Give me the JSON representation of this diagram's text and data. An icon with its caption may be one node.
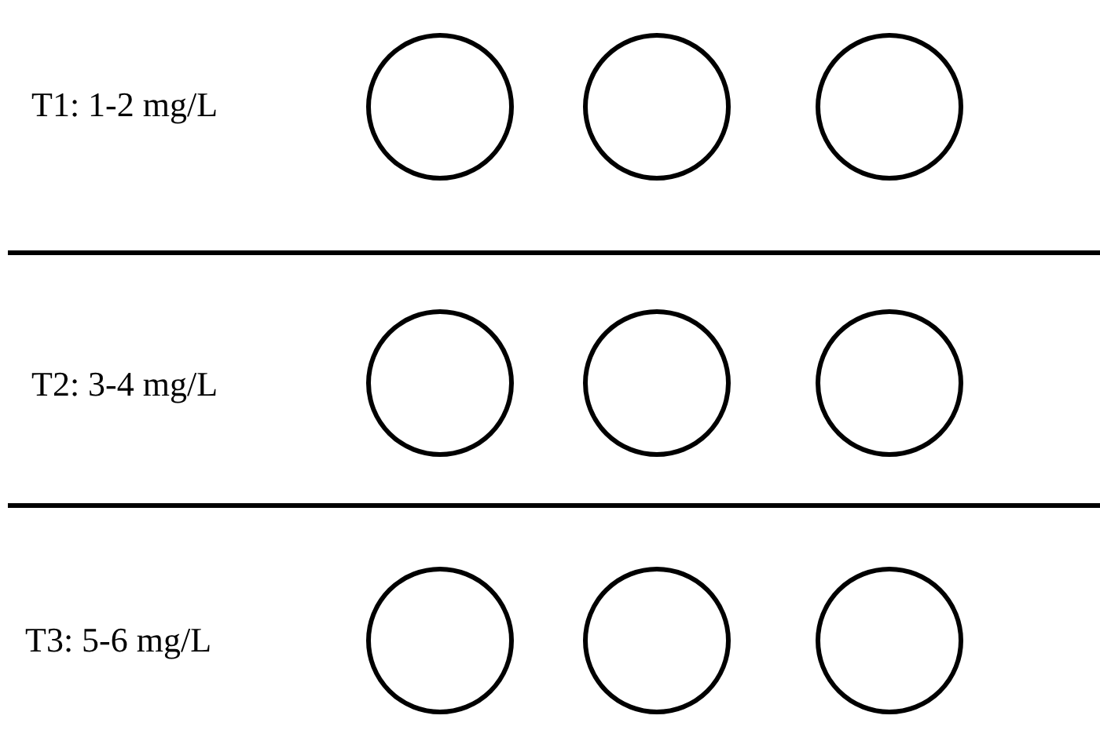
{
  "diagram": {
    "nodes": [
      {
        "text": [],
        "shape": "circle"
      },
      {
        "text": [],
        "shape": "circle"
      },
      {
        "text": [],
        "shape": "circle"
      },
      {
        "text": [],
        "shape": "circle"
      },
      {
        "text": [],
        "shape": "circle"
      },
      {
        "text": [],
        "shape": "circle"
      },
      {
        "text": [],
        "shape": "circle"
      },
      {
        "text": [],
        "shape": "circle"
      },
      {
        "text": [],
        "shape": "circle"
      }
    ],
    "labels": [
      "T1: 1-2 mg/L",
      "T2: 3-4 mg/L",
      "T3: 5-6 mg/L"
    ]
  }
}
